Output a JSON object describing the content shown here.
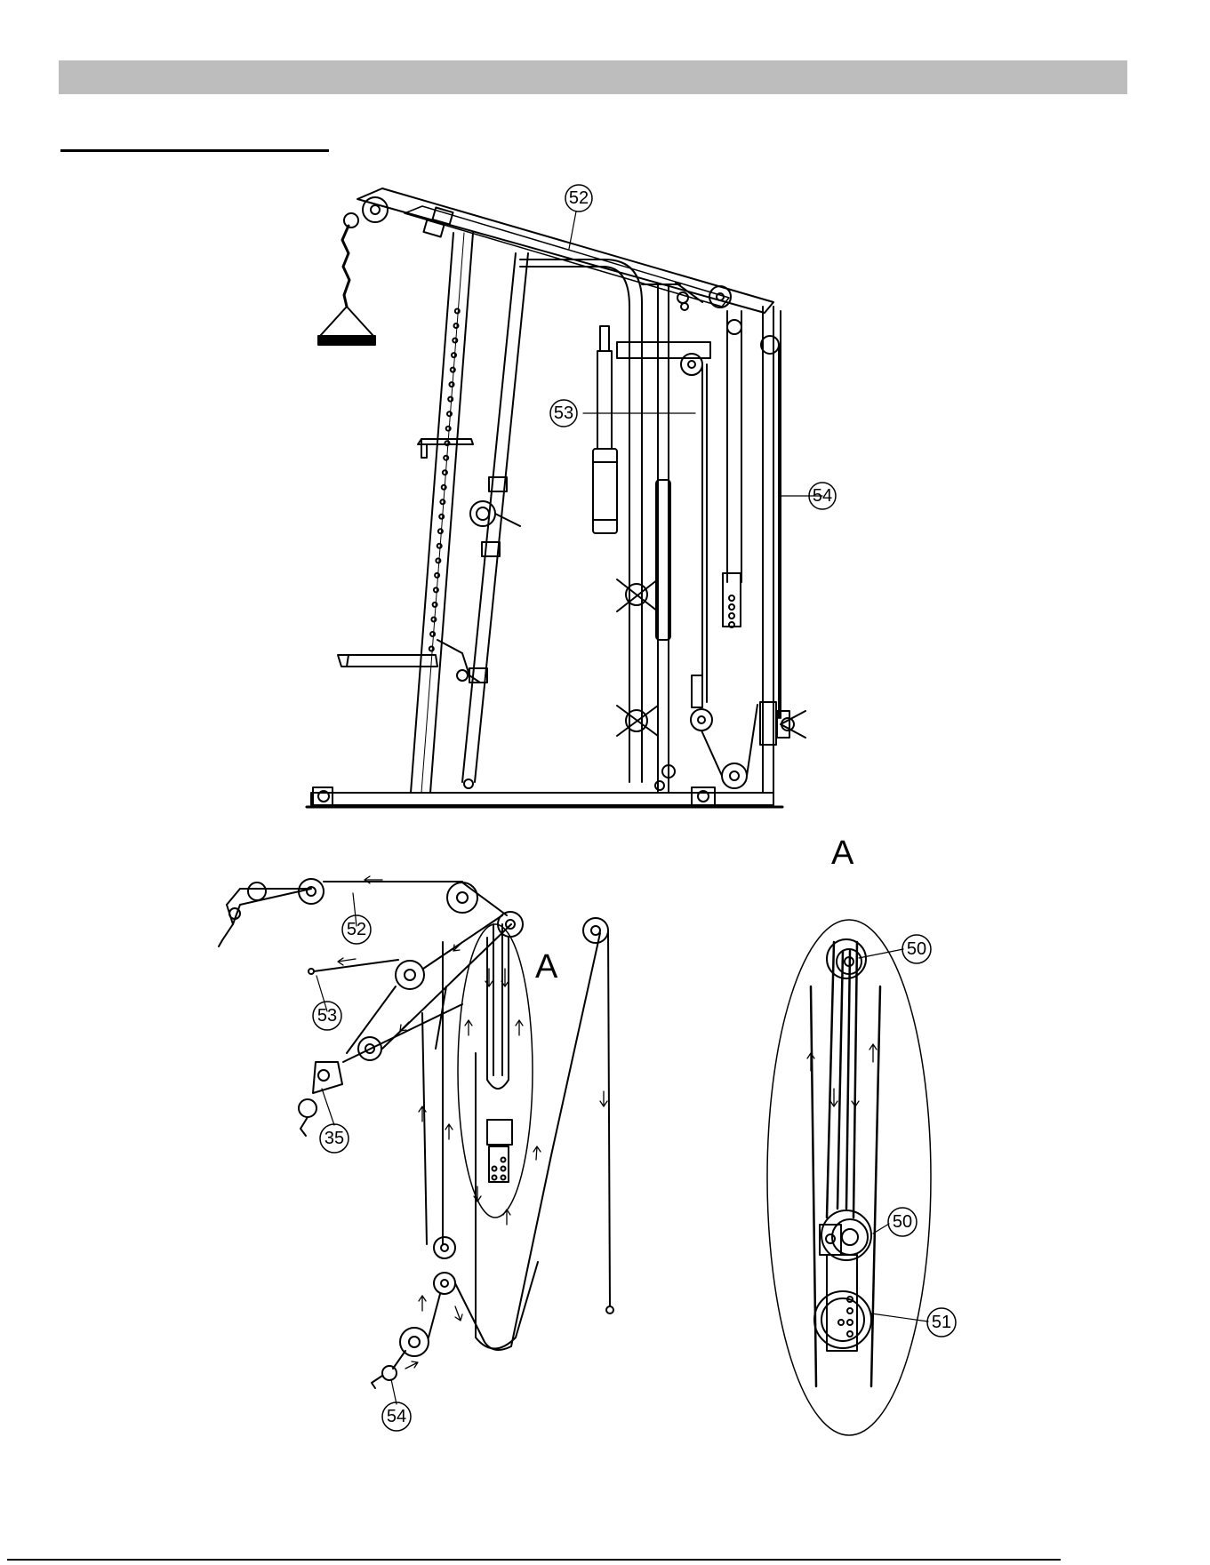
{
  "colors": {
    "header_bar": "#bdbdbd",
    "ink": "#000000",
    "paper": "#ffffff"
  },
  "callouts": {
    "top_52": "52",
    "top_53": "53",
    "top_54": "54",
    "cable_52": "52",
    "cable_53": "53",
    "cable_35": "35",
    "cable_54": "54",
    "detail_50_top": "50",
    "detail_50_mid": "50",
    "detail_51": "51"
  },
  "letters": {
    "detail_title": "A",
    "detail_marker": "A"
  }
}
